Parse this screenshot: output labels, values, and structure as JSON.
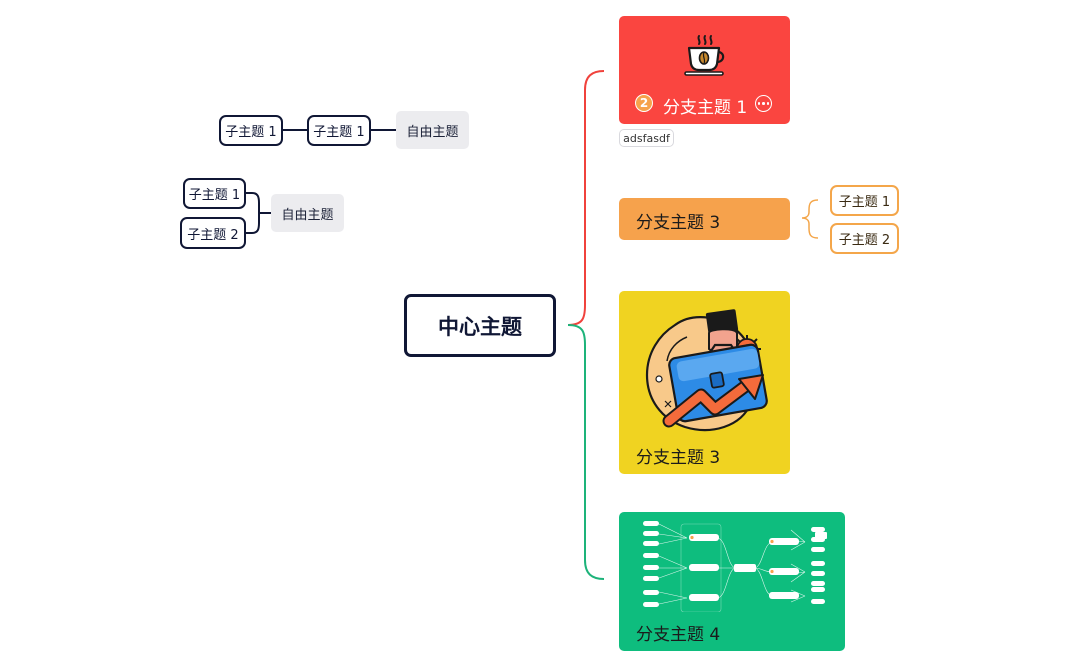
{
  "central_topic": "中心主题",
  "floating_top": {
    "sub_a": "子主题 1",
    "sub_b": "子主题 1",
    "free": "自由主题"
  },
  "floating_left": {
    "sub_1": "子主题 1",
    "sub_2": "子主题 2",
    "free": "自由主题"
  },
  "branch1": {
    "title": "分支主题 1",
    "badge": "2",
    "label": "adsfasdf",
    "icon": "coffee-cup-icon",
    "color": "#fa4540"
  },
  "branch2": {
    "title": "分支主题 3",
    "color": "#f6a24c",
    "children": [
      "子主题 1",
      "子主题 2"
    ]
  },
  "branch3": {
    "title": "分支主题 3",
    "color": "#f0d321",
    "image": "business-growth-illustration"
  },
  "branch4": {
    "title": "分支主题 4",
    "color": "#0ebd7e",
    "image": "mindmap-thumbnail"
  },
  "colors": {
    "line_red": "#f0423c",
    "line_green": "#1db37a",
    "line_orange": "#f4a64a",
    "dark": "#101735"
  }
}
